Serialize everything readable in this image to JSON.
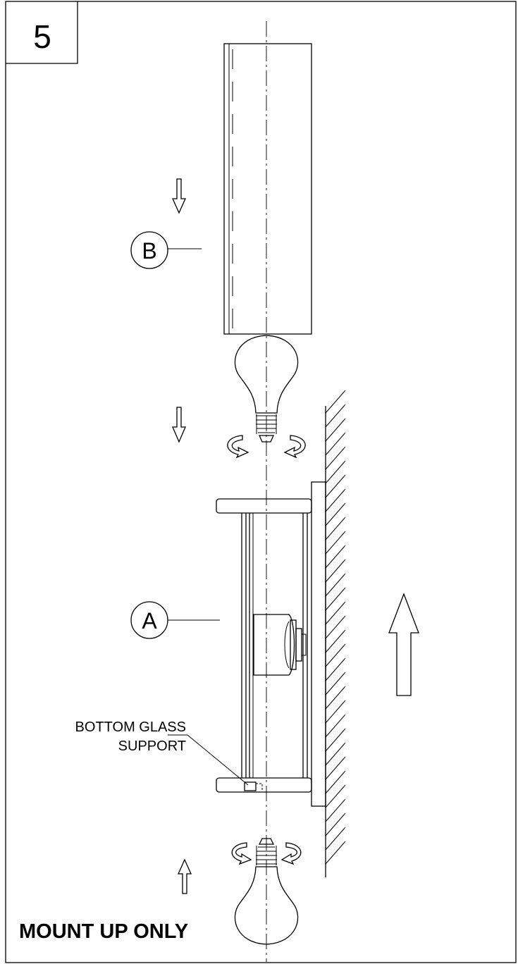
{
  "step": {
    "number": "5"
  },
  "callouts": {
    "a": "A",
    "b": "B"
  },
  "labels": {
    "support_line1": "BOTTOM GLASS",
    "support_line2": "SUPPORT",
    "mount_note": "MOUNT UP ONLY"
  },
  "icons": {
    "arrow_down": "arrow-down-icon",
    "arrow_up": "arrow-up-icon",
    "rotate": "rotate-arrow-icon",
    "bulb": "light-bulb-icon"
  },
  "colors": {
    "line": "#000000",
    "background": "#ffffff"
  }
}
